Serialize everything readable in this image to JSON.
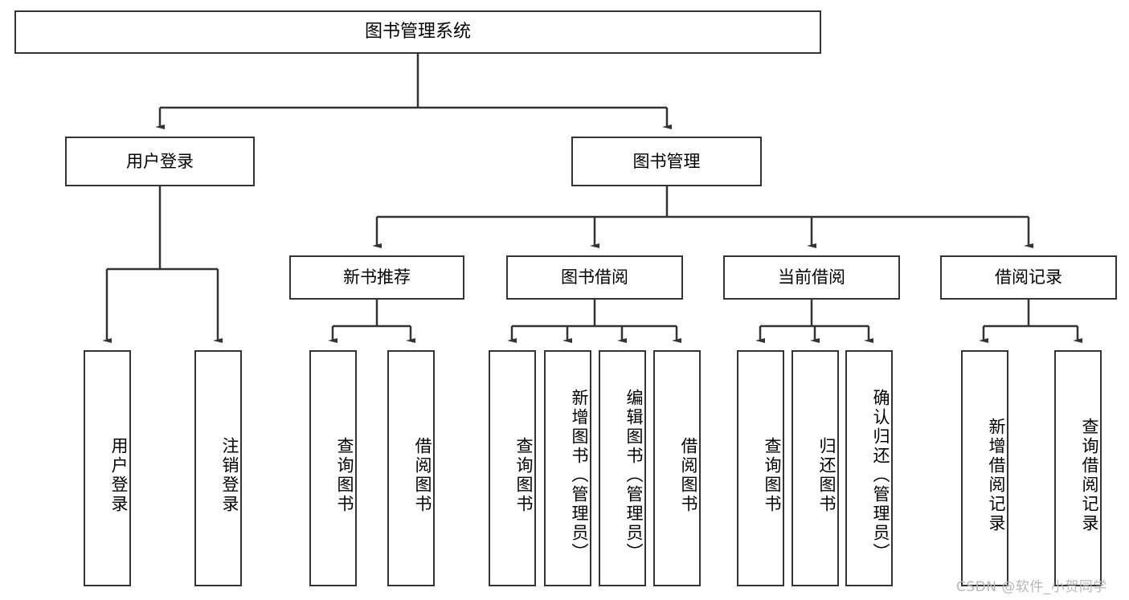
{
  "diagram": {
    "title": "图书管理系统",
    "watermark": "CSDN @软件_小贺同学",
    "line_color": "#333333",
    "box_fill": "#ffffff",
    "text_color": "#000000"
  },
  "nodes": {
    "root": {
      "label": "图书管理系统"
    },
    "level2": [
      {
        "label": "用户登录"
      },
      {
        "label": "图书管理"
      }
    ],
    "level3": [
      {
        "label": "新书推荐"
      },
      {
        "label": "图书借阅"
      },
      {
        "label": "当前借阅"
      },
      {
        "label": "借阅记录"
      }
    ],
    "leaves": {
      "user_login": [
        {
          "label": "用户登录"
        },
        {
          "label": "注销登录"
        }
      ],
      "new_book": [
        {
          "label": "查询图书"
        },
        {
          "label": "借阅图书"
        }
      ],
      "book_borrow": [
        {
          "label": "查询图书"
        },
        {
          "label": "新增图书（管理员）"
        },
        {
          "label": "编辑图书（管理员）"
        },
        {
          "label": "借阅图书"
        }
      ],
      "current_borrow": [
        {
          "label": "查询图书"
        },
        {
          "label": "归还图书"
        },
        {
          "label": "确认归还（管理员）"
        }
      ],
      "borrow_record": [
        {
          "label": "新增借阅记录"
        },
        {
          "label": "查询借阅记录"
        }
      ]
    }
  }
}
